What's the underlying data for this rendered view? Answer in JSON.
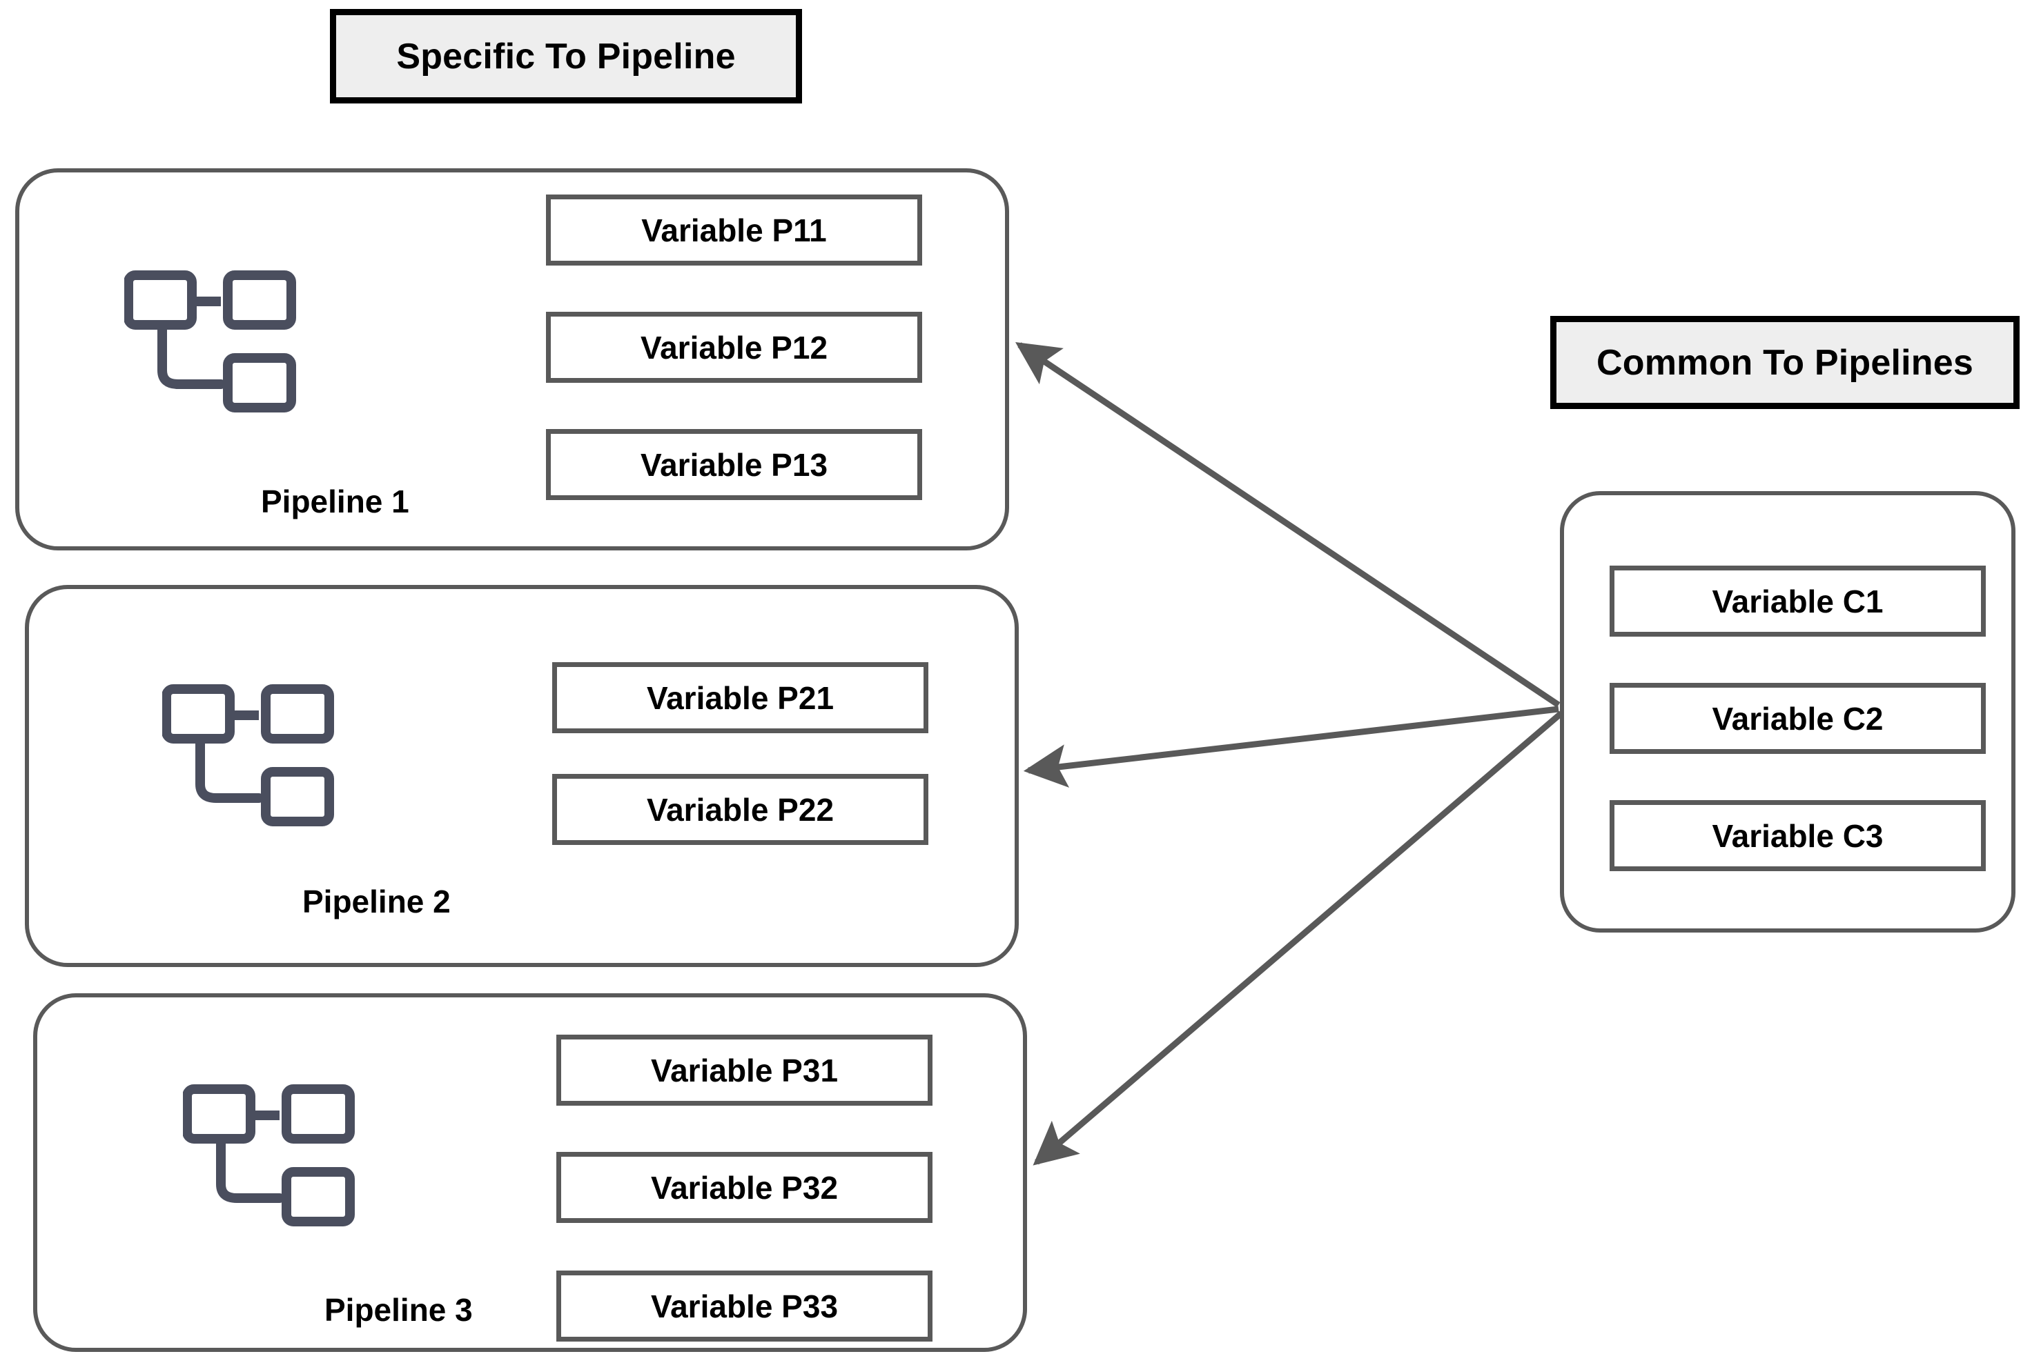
{
  "diagram": {
    "title_specific": "Specific To Pipeline",
    "title_common": "Common To Pipelines",
    "pipelines": [
      {
        "caption": "Pipeline 1",
        "icon": "pipeline-hierarchy-icon",
        "variables": [
          "Variable P11",
          "Variable P12",
          "Variable P13"
        ]
      },
      {
        "caption": "Pipeline 2",
        "icon": "pipeline-hierarchy-icon",
        "variables": [
          "Variable P21",
          "Variable P22"
        ]
      },
      {
        "caption": "Pipeline 3",
        "icon": "pipeline-hierarchy-icon",
        "variables": [
          "Variable P31",
          "Variable P32",
          "Variable P33"
        ]
      }
    ],
    "common_variables": [
      "Variable C1",
      "Variable C2",
      "Variable C3"
    ],
    "arrows": [
      {
        "name": "arrow-common-to-pipeline-1",
        "from": "common-group",
        "to": "pipeline-group-1"
      },
      {
        "name": "arrow-common-to-pipeline-2",
        "from": "common-group",
        "to": "pipeline-group-2"
      },
      {
        "name": "arrow-common-to-pipeline-3",
        "from": "common-group",
        "to": "pipeline-group-3"
      }
    ],
    "colors": {
      "banner_fill": "#eeeeee",
      "banner_border": "#000000",
      "group_border": "#595959",
      "variable_border": "#595959",
      "variable_fill": "#ffffff",
      "arrow": "#595959",
      "icon_stroke": "#4a4e5e",
      "text": "#000000",
      "background": "#ffffff"
    }
  }
}
